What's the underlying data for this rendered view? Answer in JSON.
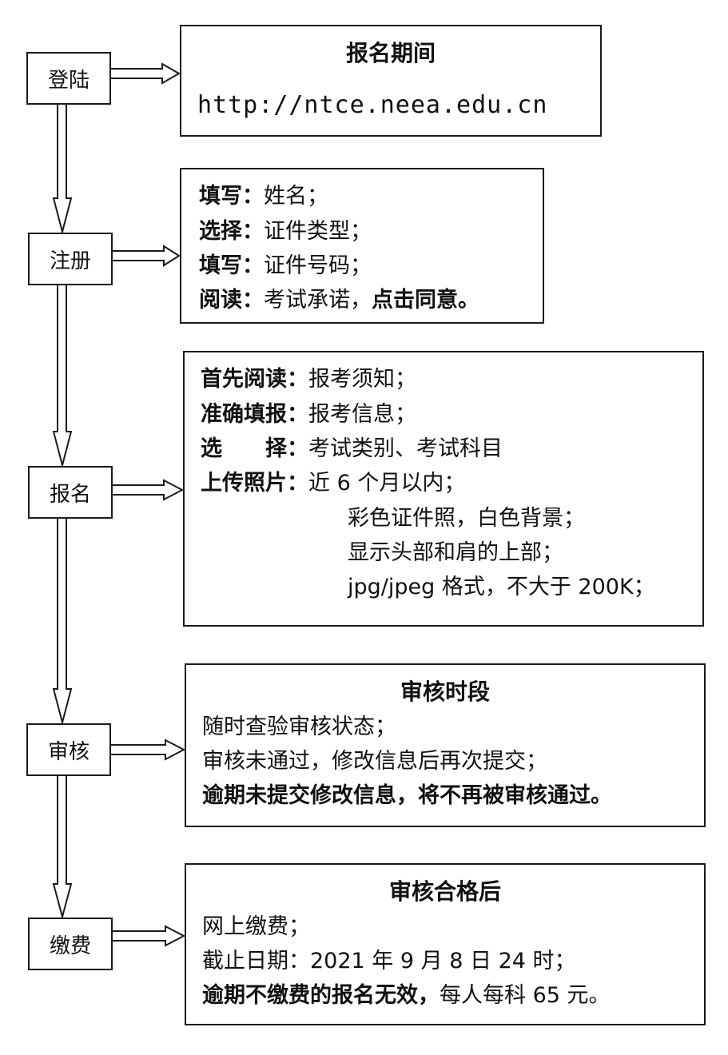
{
  "steps": [
    {
      "label": "登陆"
    },
    {
      "label": "注册"
    },
    {
      "label": "报名"
    },
    {
      "label": "审核"
    },
    {
      "label": "缴费"
    }
  ],
  "panels": {
    "login": {
      "title": "报名期间",
      "url": "http://ntce.neea.edu.cn"
    },
    "register": {
      "lines": [
        {
          "key": "填写：",
          "value": "姓名；"
        },
        {
          "key": "选择：",
          "value": "证件类型；"
        },
        {
          "key": "填写：",
          "value": "证件号码；"
        },
        {
          "key": "阅读：",
          "value": "考试承诺，",
          "emphasis": "点击同意。"
        }
      ]
    },
    "apply": {
      "lines": [
        {
          "key": "首先阅读：",
          "value": "报考须知；"
        },
        {
          "key": "准确填报：",
          "value": "报考信息；"
        },
        {
          "key": "选　　择：",
          "value": "考试类别、考试科目"
        },
        {
          "key": "上传照片：",
          "value": "近 6 个月以内；"
        }
      ],
      "photo_requirements": [
        "彩色证件照，白色背景；",
        "显示头部和肩的上部；",
        "jpg/jpeg 格式，不大于 200K；"
      ]
    },
    "review": {
      "title": "审核时段",
      "lines": [
        "随时查验审核状态；",
        "审核未通过，修改信息后再次提交；"
      ],
      "warning": "逾期未提交修改信息，将不再被审核通过。"
    },
    "payment": {
      "title": "审核合格后",
      "lines": [
        "网上缴费；",
        "截止日期：2021 年 9 月 8 日 24 时；"
      ],
      "warning": "逾期不缴费的报名无效，",
      "fee": "每人每科 65 元。"
    }
  },
  "colors": {
    "stroke": "#1a1a1a",
    "background": "#ffffff"
  }
}
